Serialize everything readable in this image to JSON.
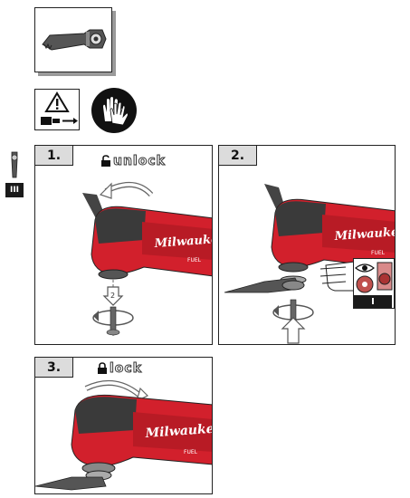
{
  "side_badge": {
    "label": "III"
  },
  "steps": [
    {
      "number": "1.",
      "lock_label": "unlock"
    },
    {
      "number": "2.",
      "inset_badge": "I"
    },
    {
      "number": "3.",
      "lock_label": "lock"
    }
  ],
  "brand": {
    "name": "Milwaukee",
    "sub": "FUEL"
  },
  "icons": {
    "blade": "oscillating-blade-icon",
    "warning": "warning-remove-battery-icon",
    "gloves": "wear-gloves-icon",
    "padlock": "padlock-icon"
  },
  "colors": {
    "tool_red": "#d2202c",
    "tool_dark": "#3a3a3a",
    "border": "#222222"
  }
}
